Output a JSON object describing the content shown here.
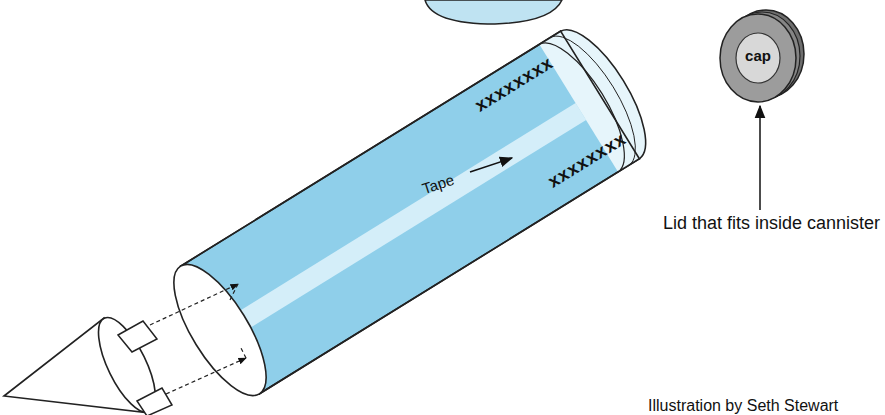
{
  "diagram": {
    "nodes": [
      {
        "text": [
          "cap"
        ]
      }
    ],
    "labels": [
      "xxxxxxxx",
      "Tape",
      "xxxxxxxx",
      "Lid that fits inside cannister",
      "Illustration by Seth Stewart"
    ]
  }
}
